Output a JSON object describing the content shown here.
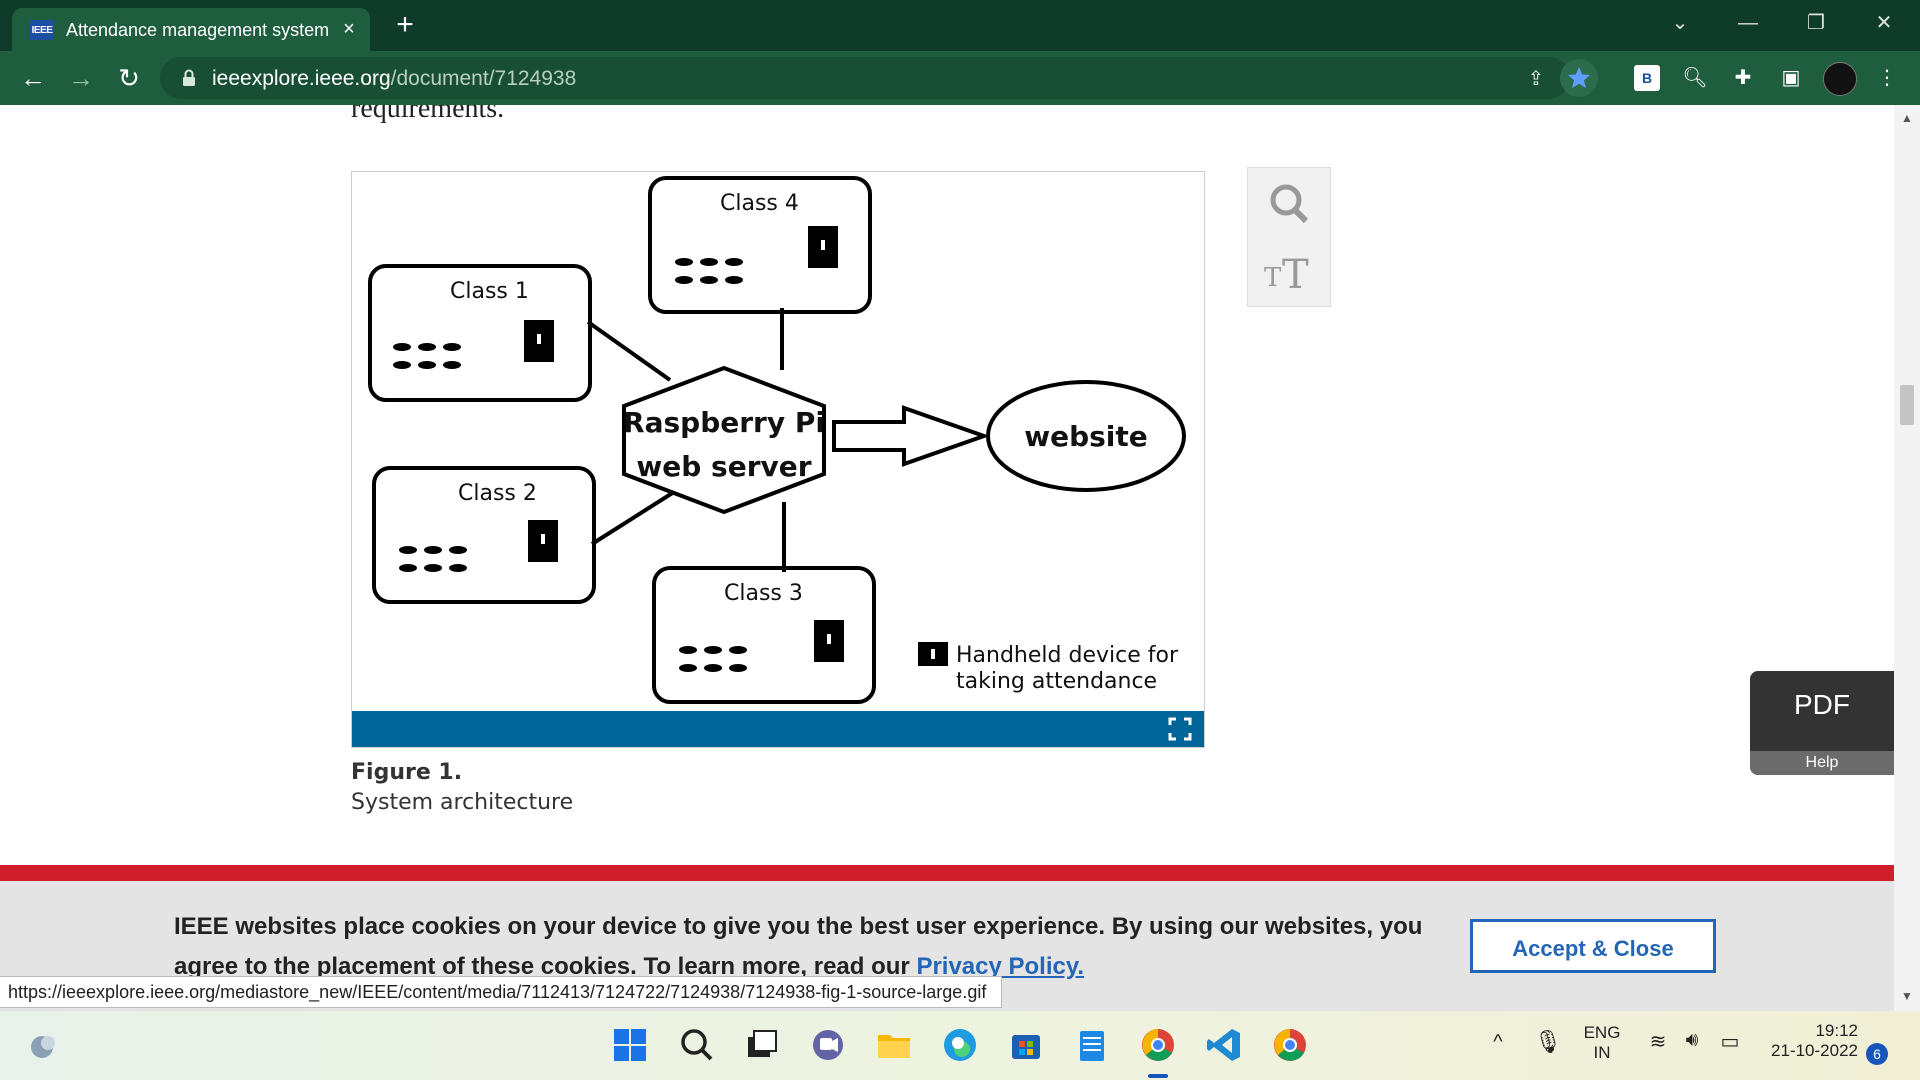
{
  "browser": {
    "tab_title": "Attendance management system",
    "tab_favicon_text": "IEEE",
    "url_host": "ieeexplore.ieee.org",
    "url_path": "/document/7124938",
    "status_url": "https://ieeexplore.ieee.org/mediastore_new/IEEE/content/media/7112413/7124722/7124938/7124938-fig-1-source-large.gif"
  },
  "page": {
    "previous_text": "requirements.",
    "figure_title": "Figure 1.",
    "figure_caption": "System architecture",
    "pdf_label": "PDF",
    "help_label": "Help"
  },
  "diagram": {
    "class1": "Class 1",
    "class2": "Class 2",
    "class3": "Class 3",
    "class4": "Class 4",
    "server_line1": "Raspberry Pi",
    "server_line2": "web server",
    "website": "website",
    "legend_line1": "Handheld device for",
    "legend_line2": "taking attendance"
  },
  "cookie": {
    "text": "IEEE websites place cookies on your device to give you the best user experience. By using our websites, you agree to the placement of these cookies. To learn more, read our",
    "link": "Privacy Policy.",
    "accept_label": "Accept & Close"
  },
  "taskbar": {
    "lang_line1": "ENG",
    "lang_line2": "IN",
    "time": "19:12",
    "date": "21-10-2022",
    "notification_count": "6"
  },
  "colors": {
    "tab_bar": "#0e3b2a",
    "toolbar": "#1f5d3f",
    "figure_bar": "#006699",
    "cookie_red": "#d01f2a",
    "link_blue": "#2366b8"
  },
  "icons": [
    "back-arrow-icon",
    "forward-arrow-icon",
    "reload-icon",
    "lock-icon",
    "share-icon",
    "star-icon",
    "extension-b-icon",
    "lens-icon",
    "puzzle-icon",
    "sidepanel-icon",
    "profile-avatar",
    "menu-icon",
    "search-icon",
    "text-size-icon",
    "expand-icon"
  ]
}
